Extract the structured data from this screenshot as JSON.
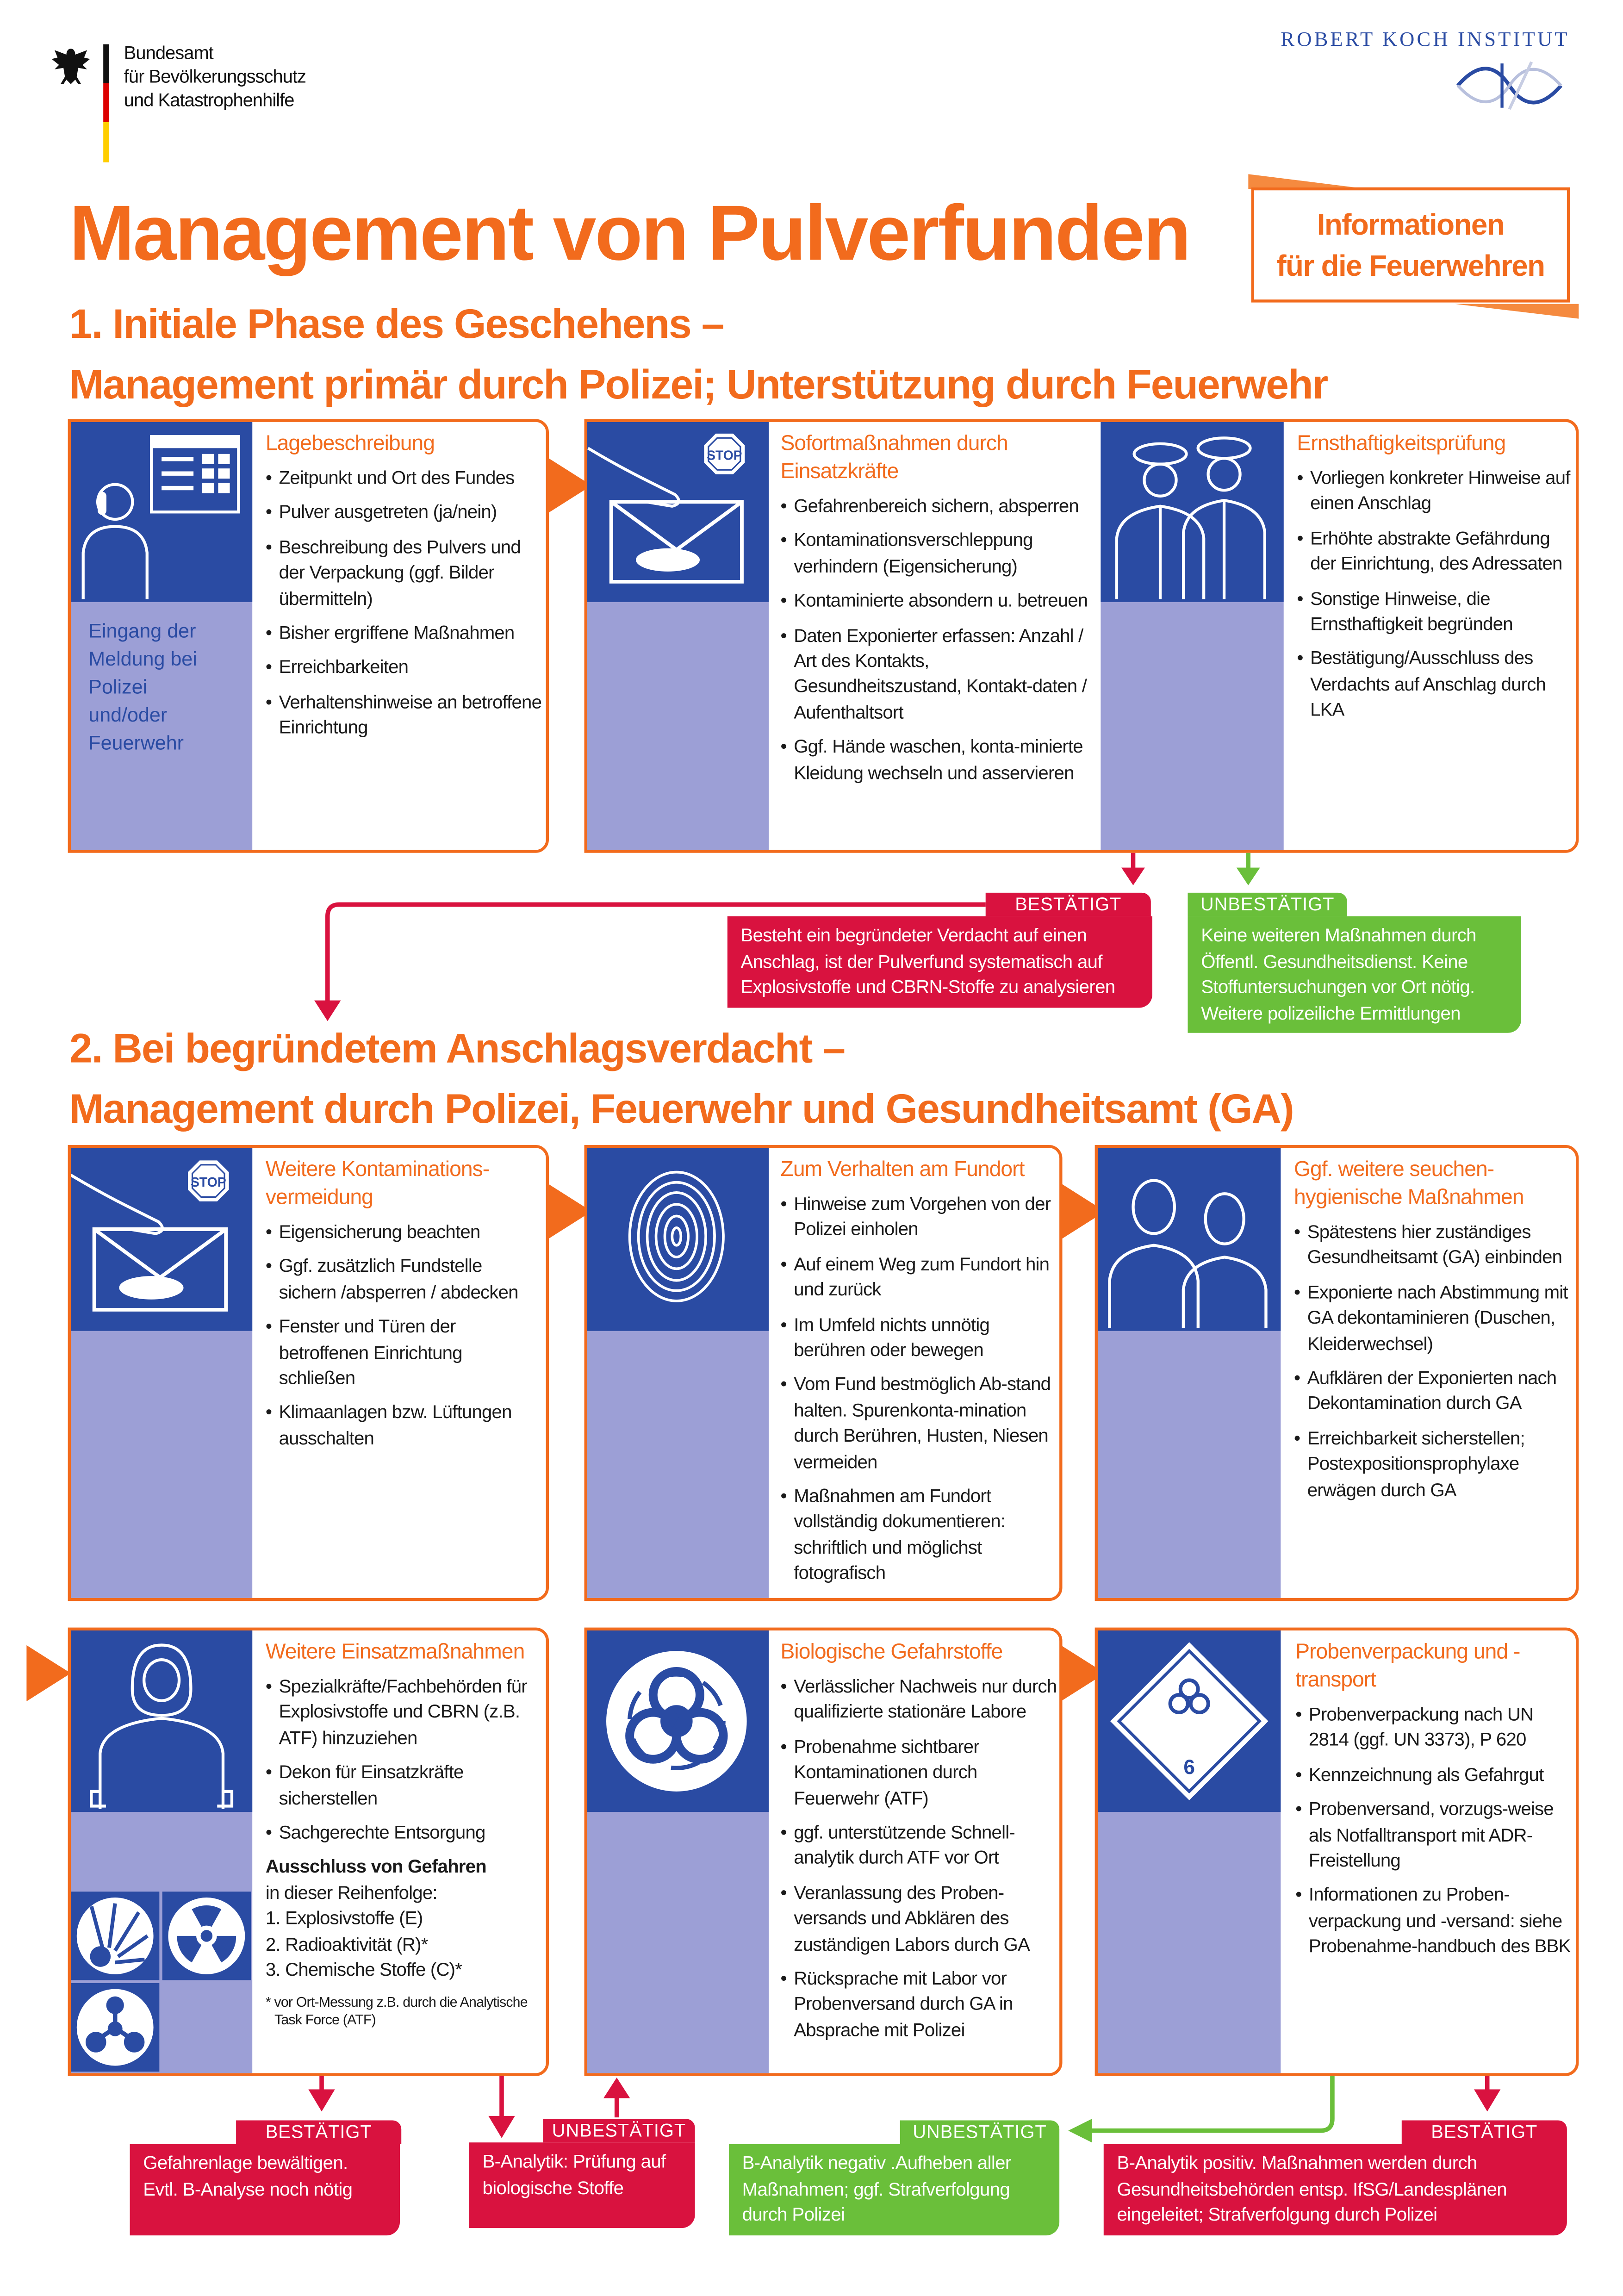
{
  "header": {
    "agency_lines": [
      "Bundesamt",
      "für Bevölkerungsschutz",
      "und Katastrophenhilfe"
    ],
    "rki": "ROBERT KOCH INSTITUT",
    "title": "Management von Pulverfunden",
    "badge_lines": [
      "Informationen",
      "für die Feuerwehren"
    ]
  },
  "colors": {
    "orange": "#f26b1d",
    "blue": "#2a4ba3",
    "lavender": "#9c9fd6",
    "confirmed_red": "#d9123f",
    "unconfirmed_green": "#6abf3a"
  },
  "section1": {
    "heading_lines": [
      "1. Initiale Phase des Geschehens –",
      "Management primär durch Polizei; Unterstützung durch Feuerwehr"
    ]
  },
  "section2": {
    "heading_lines": [
      "2. Bei begründetem Anschlagsverdacht –",
      "Management durch Polizei, Feuerwehr und Gesundheitsamt (GA)"
    ]
  },
  "cards": [
    {
      "icon": "caller-calendar-icon",
      "side_label": [
        "Eingang der",
        "Meldung bei",
        "Polizei",
        "und/oder",
        "Feuerwehr"
      ],
      "title": "Lagebeschreibung",
      "items": [
        "Zeitpunkt und Ort des Fundes",
        "Pulver ausgetreten (ja/nein)",
        "Beschreibung des Pulvers und der Verpackung (ggf. Bilder übermitteln)",
        "Bisher ergriffene Maßnahmen",
        "Erreichbarkeiten",
        "Verhaltenshinweise an betroffene Einrichtung"
      ]
    },
    {
      "icon": "stop-hand-envelope-icon",
      "stop": "STOP",
      "title": "Sofortmaßnahmen durch Einsatzkräfte",
      "items": [
        "Gefahrenbereich sichern, absperren",
        "Kontaminationsverschleppung verhindern (Eigensicherung)",
        "Kontaminierte absondern u. betreuen",
        "Daten Exponierter erfassen: Anzahl / Art des Kontakts, Gesundheitszustand, Kontakt-daten / Aufenthaltsort",
        "Ggf. Hände waschen, konta-minierte Kleidung wechseln und asservieren"
      ]
    },
    {
      "icon": "police-officers-icon",
      "title": "Ernsthaftigkeitsprüfung",
      "items": [
        "Vorliegen konkreter Hinweise auf einen Anschlag",
        "Erhöhte abstrakte Gefährdung der Einrichtung, des Adressaten",
        "Sonstige Hinweise, die Ernsthaftigkeit begründen",
        "Bestätigung/Ausschluss des Verdachts auf Anschlag durch LKA"
      ]
    },
    {
      "icon": "stop-hand-envelope-icon",
      "stop": "STOP",
      "title": "Weitere Kontaminations-vermeidung",
      "items": [
        "Eigensicherung beachten",
        "Ggf. zusätzlich Fundstelle sichern /absperren / abdecken",
        "Fenster und Türen der betroffenen Einrichtung schließen",
        "Klimaanlagen bzw. Lüftungen ausschalten"
      ]
    },
    {
      "icon": "fingerprint-icon",
      "title": "Zum Verhalten am Fundort",
      "items": [
        "Hinweise zum Vorgehen von der Polizei einholen",
        "Auf einem Weg zum Fundort hin und zurück",
        "Im Umfeld nichts unnötig berühren oder bewegen",
        "Vom Fund bestmöglich Ab-stand halten. Spurenkonta-mination durch Berühren, Husten, Niesen vermeiden",
        "Maßnahmen am Fundort vollständig dokumentieren: schriftlich und möglichst fotografisch"
      ]
    },
    {
      "icon": "two-persons-icon",
      "title": "Ggf. weitere seuchen-hygienische Maßnahmen",
      "items": [
        "Spätestens hier zuständiges Gesundheitsamt (GA) einbinden",
        "Exponierte nach Abstimmung mit GA dekontaminieren (Duschen, Kleiderwechsel)",
        "Aufklären der Exponierten nach Dekontamination durch GA",
        "Erreichbarkeit sicherstellen; Postexpositionsprophylaxe erwägen durch GA"
      ]
    },
    {
      "icon": "protective-suit-icon",
      "title": "Weitere Einsatzmaßnahmen",
      "items": [
        "Spezialkräfte/Fachbehörden für Explosivstoffe und CBRN (z.B. ATF) hinzuziehen",
        "Dekon für Einsatzkräfte sicherstellen",
        "Sachgerechte Entsorgung"
      ],
      "extra_bold": "Ausschluss von Gefahren",
      "extra_intro": "in dieser Reihenfolge:",
      "extra_list": [
        "1. Explosivstoffe (E)",
        "2. Radioaktivität (R)*",
        "3. Chemische Stoffe (C)*"
      ],
      "note": "* vor Ort-Messung z.B. durch die Analytische Task Force (ATF)"
    },
    {
      "icon": "biohazard-icon",
      "title": "Biologische Gefahrstoffe",
      "items": [
        "Verlässlicher Nachweis nur durch qualifizierte stationäre Labore",
        "Probenahme sichtbarer Kontaminationen durch Feuerwehr (ATF)",
        "ggf. unterstützende Schnell-analytik durch ATF vor Ort",
        "Veranlassung des Proben-versands und Abklären des zuständigen Labors durch GA",
        "Rücksprache mit Labor vor Probenversand durch GA in Absprache mit Polizei"
      ]
    },
    {
      "icon": "infectious-substance-class-6-icon",
      "class_number": "6",
      "title": "Probenverpackung und -transport",
      "items": [
        "Probenverpackung nach UN 2814 (ggf. UN 3373), P 620",
        "Kennzeichnung als Gefahrgut",
        "Probenversand, vorzugs-weise als Notfalltransport mit ADR-Freistellung",
        "Informationen zu Proben-verpackung und -versand: siehe Probenahme-handbuch des BBK"
      ]
    }
  ],
  "decisions": {
    "s1_confirmed": {
      "label": "BESTÄTIGT",
      "text": "Besteht ein begründeter Verdacht auf einen Anschlag, ist der Pulverfund systematisch auf Explosivstoffe und CBRN-Stoffe zu analysieren"
    },
    "s1_unconfirmed": {
      "label": "UNBESTÄTIGT",
      "text": "Keine weiteren Maßnahmen durch Öffentl. Gesundheitsdienst. Keine Stoffuntersuchungen vor Ort nötig. Weitere polizeiliche Ermittlungen"
    },
    "hazard_confirmed": {
      "label": "BESTÄTIGT",
      "text": "Gefahrenlage bewältigen. Evtl. B-Analyse noch nötig"
    },
    "hazard_unconfirmed": {
      "label": "UNBESTÄTIGT",
      "text": "B-Analytik: Prüfung auf biologische Stoffe"
    },
    "bio_unconfirmed": {
      "label": "UNBESTÄTIGT",
      "text": "B-Analytik negativ .Aufheben aller Maßnahmen; ggf. Strafverfolgung durch Polizei"
    },
    "bio_confirmed": {
      "label": "BESTÄTIGT",
      "text": "B-Analytik positiv. Maßnahmen werden durch Gesundheitsbehörden entsp. IfSG/Landesplänen eingeleitet; Strafverfolgung durch Polizei"
    }
  }
}
